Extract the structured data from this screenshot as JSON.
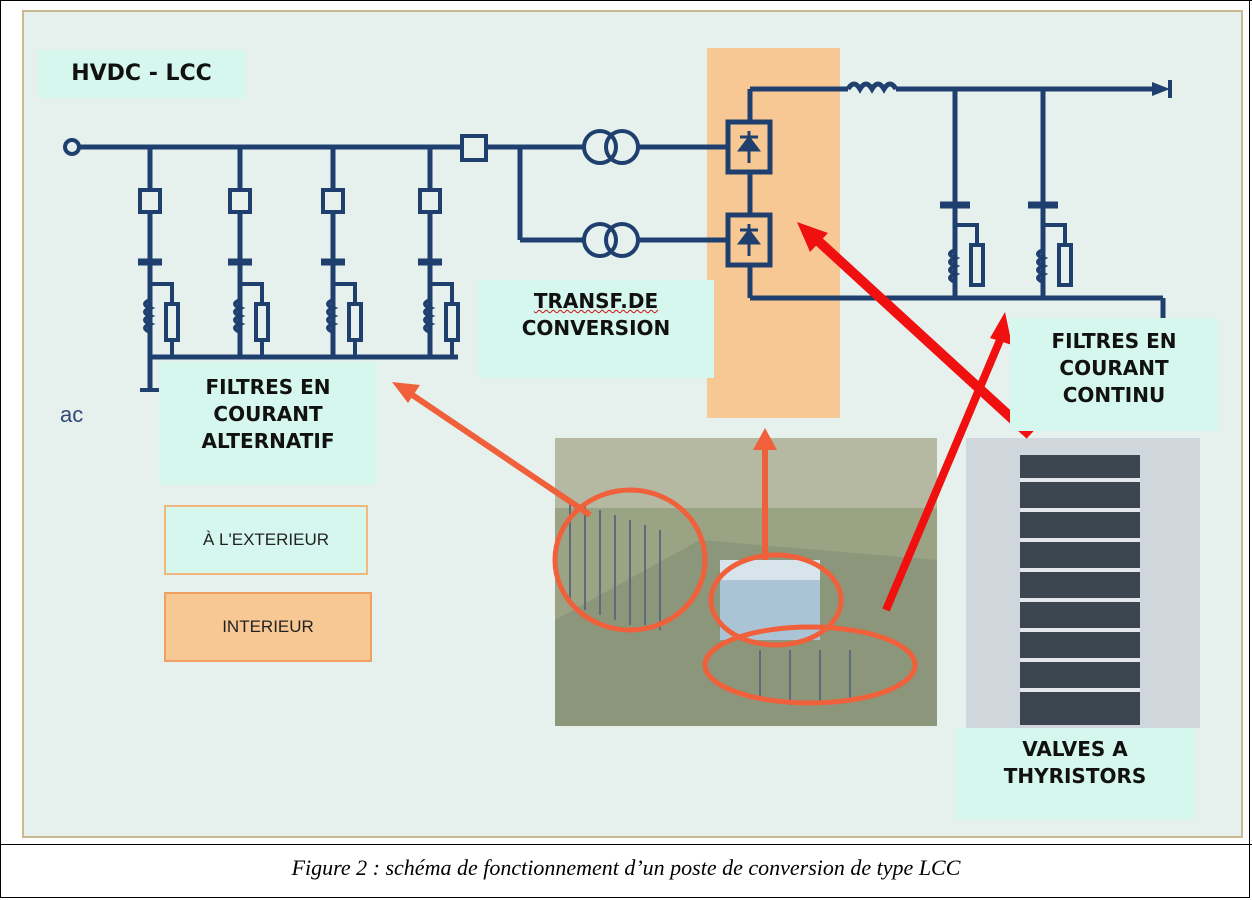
{
  "diagram": {
    "title": "HVDC - LCC",
    "ac_label": "ac",
    "transformer_label_line1": "TRANSF.DE",
    "transformer_label_line2": "CONVERSION",
    "ac_filters_line1": "FILTRES EN",
    "ac_filters_line2": "COURANT",
    "ac_filters_line3": "ALTERNATIF",
    "dc_filters_line1": "FILTRES EN",
    "dc_filters_line2": "COURANT",
    "dc_filters_line3": "CONTINU",
    "valves_line1": "VALVES A",
    "valves_line2": "THYRISTORS",
    "legend_outdoor": "À L'EXTERIEUR",
    "legend_indoor": "INTERIEUR",
    "colors": {
      "wire": "#1f3f6e",
      "background": "#e6f1ee",
      "label_bg": "#d6f7ee",
      "indoor": "#f7c894",
      "arrow_orange": "#f0603a",
      "arrow_red": "#f01010"
    }
  },
  "caption": "Figure 2 : schéma de fonctionnement d’un poste de conversion de type LCC"
}
